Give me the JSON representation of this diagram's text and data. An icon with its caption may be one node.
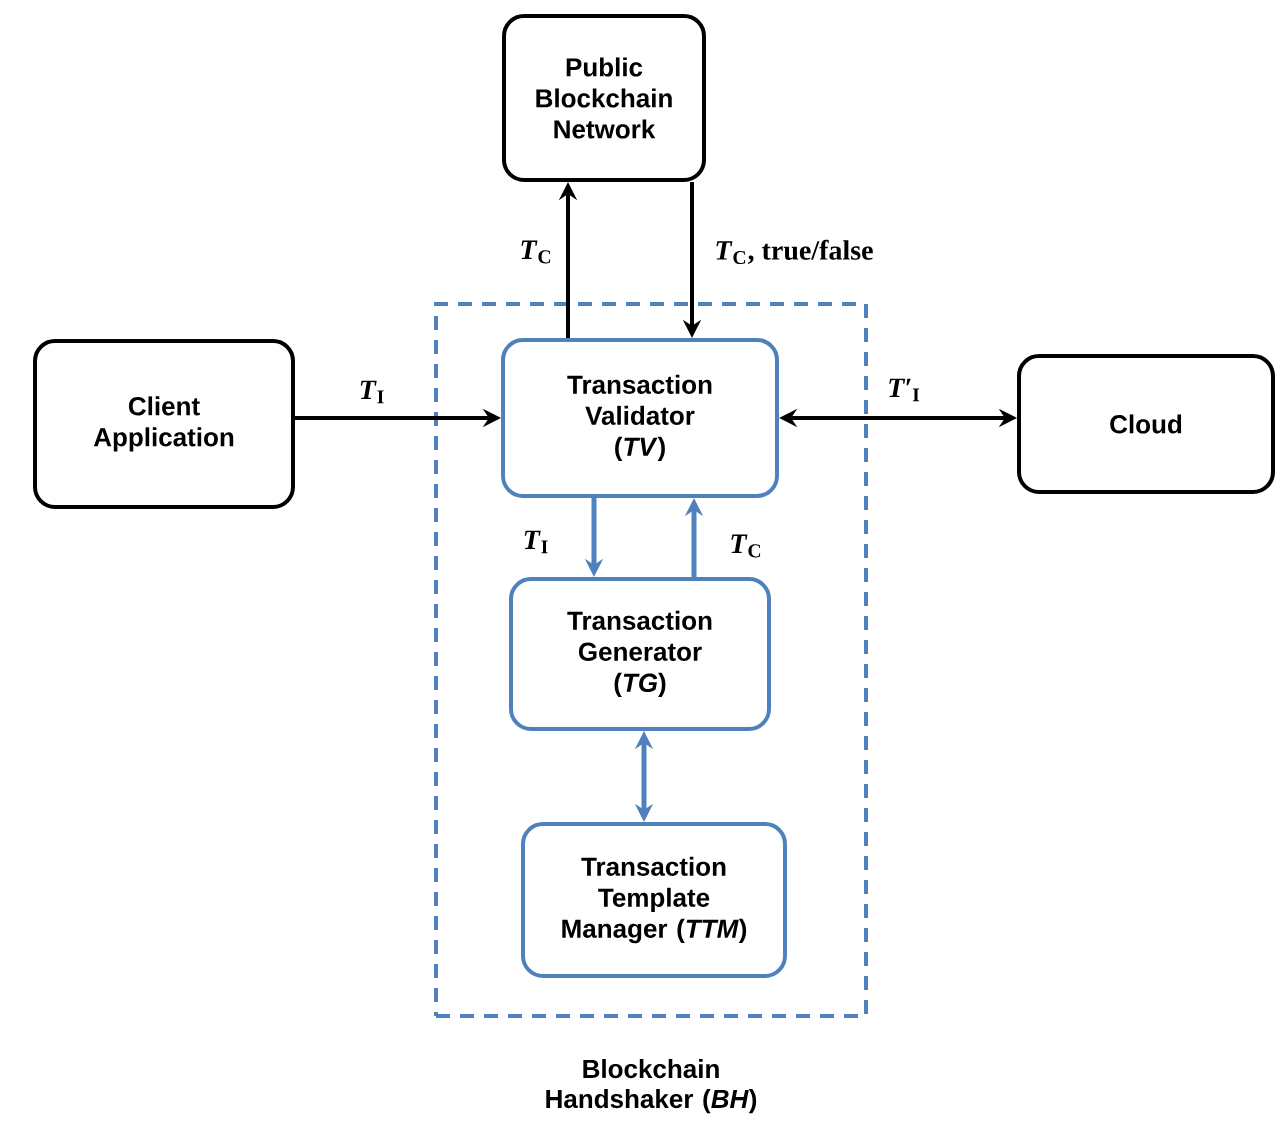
{
  "diagram": {
    "nodes": [
      {
        "text": [
          "Public Blockchain Network"
        ]
      },
      {
        "text": [
          "Client Application"
        ]
      },
      {
        "text": [
          "Blockchain Handshaker (*BH*)"
        ]
      },
      {
        "text": [
          "Transaction Validator (*TV*)"
        ],
        "in": 2
      },
      {
        "text": [
          "Cloud"
        ]
      },
      {
        "text": [
          "Transaction Generator (*TG*)"
        ],
        "in": 2
      },
      {
        "text": [
          "Transaction Template Manager (*TTM*)"
        ],
        "in": 2
      }
    ],
    "edges": [
      {
        "from": 3,
        "to": 0,
        "arrow": "to",
        "label": "*T*$_{C}$"
      },
      {
        "from": 0,
        "to": 3,
        "arrow": "to",
        "label": "*T*$_{C}$, true/false"
      },
      {
        "from": 1,
        "to": 3,
        "arrow": "to",
        "label": "*T*$_{I}$"
      },
      {
        "from": 3,
        "to": 4,
        "arrow": "both",
        "label": "*T′*$_{I}$"
      },
      {
        "from": 3,
        "to": 5,
        "arrow": "to",
        "label": "*T*$_{I}$",
        "color": "#4f81bd"
      },
      {
        "from": 5,
        "to": 3,
        "arrow": "to",
        "label": "*T*$_{C}$",
        "color": "#4f81bd"
      },
      {
        "from": 5,
        "to": 6,
        "arrow": "both",
        "color": "#4f81bd"
      }
    ]
  }
}
